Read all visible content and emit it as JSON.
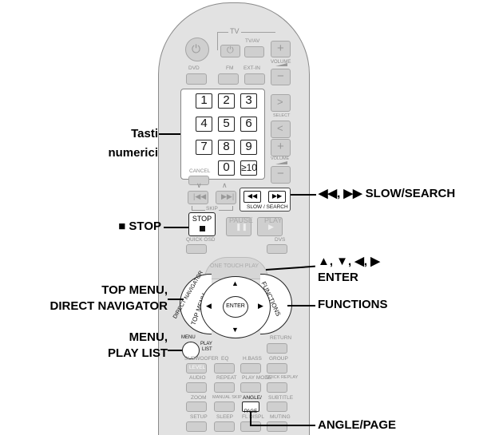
{
  "remote": {
    "top_row": {
      "tv_group": "TV",
      "tv_av": "TV/AV",
      "plus": "+",
      "volume": "VOLUME",
      "minus": "−"
    },
    "source_row": {
      "dvd": "DVD",
      "fm": "FM",
      "ext_in": "EXT-IN"
    },
    "numeric_keys": [
      "1",
      "2",
      "3",
      "4",
      "5",
      "6",
      "7",
      "8",
      "9",
      "0",
      "≥10"
    ],
    "select_label": "SELECT",
    "cancel": "CANCEL",
    "skip": "SKIP",
    "slow_search": "SLOW / SEARCH",
    "stop": "STOP",
    "pause": "PAUSE",
    "play": "PLAY",
    "quick_osd": "QUICK OSD",
    "dvs": "DVS",
    "one_touch_play": "ONE TOUCH PLAY",
    "direct_navigator_arc": "DIRECT NAVIGATOR",
    "top_menu_arc": "TOP MENU",
    "functions_arc": "FUNCTIONS",
    "enter": "ENTER",
    "menu": "MENU",
    "play_list": "PLAY LIST",
    "return": "RETURN",
    "row1": [
      "SUBWOOFER",
      "EQ",
      "H.BASS",
      "GROUP"
    ],
    "level": "LEVEL",
    "row2": [
      "AUDIO",
      "REPEAT",
      "PLAY MODE",
      "QUICK REPLAY"
    ],
    "row3": [
      "ZOOM",
      "MANUAL SKIP",
      "ANGLE/",
      "SUBTITLE"
    ],
    "page": "PAGE",
    "row4": [
      "SETUP",
      "SLEEP",
      "FL DISPL",
      "MUTING"
    ]
  },
  "callouts": {
    "numeric_1": "Tasti",
    "numeric_2": "numerici",
    "slow_search": "◀◀, ▶▶ SLOW/SEARCH",
    "stop": "■ STOP",
    "arrows": "▲, ▼, ◀, ▶",
    "enter": "ENTER",
    "top_menu_1": "TOP MENU,",
    "top_menu_2": "DIRECT NAVIGATOR",
    "functions": "FUNCTIONS",
    "menu_1": "MENU,",
    "menu_2": "PLAY LIST",
    "angle_page": "ANGLE/PAGE"
  }
}
